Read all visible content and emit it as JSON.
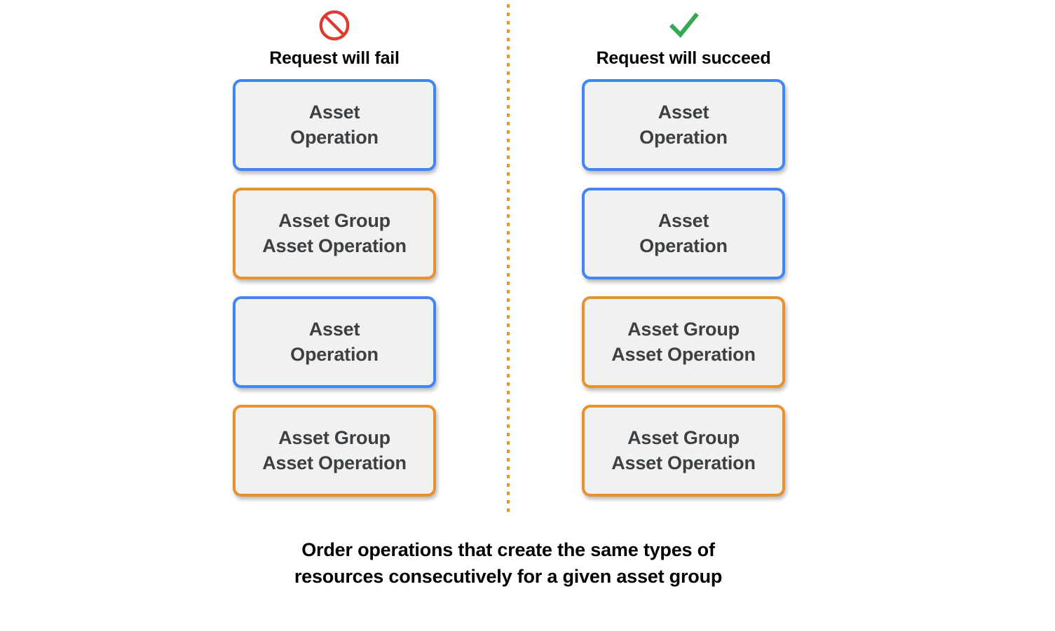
{
  "colors": {
    "blue": "#4285F4",
    "orange": "#E8912D",
    "red": "#DB3B30",
    "green": "#34A853",
    "box_fill": "#F1F1F1",
    "box_text": "#3C4043",
    "caption_text": "#000000",
    "background": "#FFFFFF"
  },
  "columns": [
    {
      "id": "fail",
      "icon": "prohibition-icon",
      "icon_color": "#DB3B30",
      "title": "Request will fail",
      "boxes": [
        {
          "variant": "blue",
          "border_color": "#4285F4",
          "lines": [
            "Asset",
            "Operation"
          ]
        },
        {
          "variant": "orange",
          "border_color": "#E8912D",
          "lines": [
            "Asset Group",
            "Asset Operation"
          ]
        },
        {
          "variant": "blue",
          "border_color": "#4285F4",
          "lines": [
            "Asset",
            "Operation"
          ]
        },
        {
          "variant": "orange",
          "border_color": "#E8912D",
          "lines": [
            "Asset Group",
            "Asset Operation"
          ]
        }
      ]
    },
    {
      "id": "succeed",
      "icon": "checkmark-icon",
      "icon_color": "#34A853",
      "title": "Request will succeed",
      "boxes": [
        {
          "variant": "blue",
          "border_color": "#4285F4",
          "lines": [
            "Asset",
            "Operation"
          ]
        },
        {
          "variant": "blue",
          "border_color": "#4285F4",
          "lines": [
            "Asset",
            "Operation"
          ]
        },
        {
          "variant": "orange",
          "border_color": "#E8912D",
          "lines": [
            "Asset Group",
            "Asset Operation"
          ]
        },
        {
          "variant": "orange",
          "border_color": "#E8912D",
          "lines": [
            "Asset Group",
            "Asset Operation"
          ]
        }
      ]
    }
  ],
  "divider": {
    "style": "dotted",
    "color": "#E8912D"
  },
  "caption": {
    "lines": [
      "Order operations that create the same types of",
      "resources consecutively for a given asset group"
    ]
  }
}
